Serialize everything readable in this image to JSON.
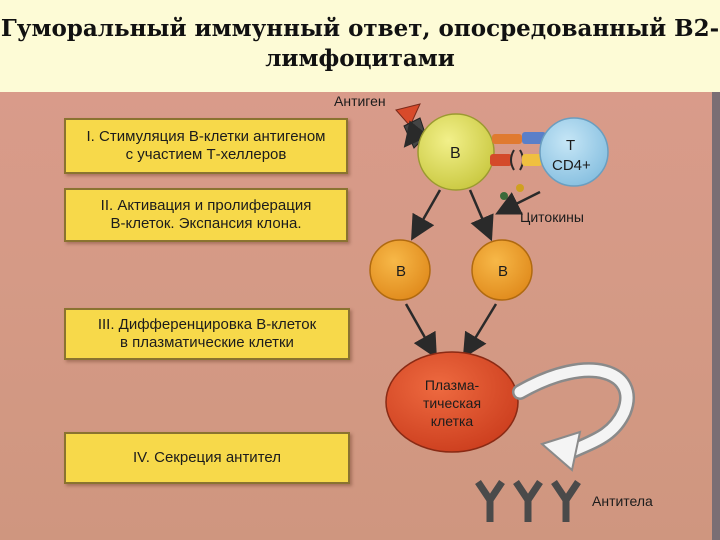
{
  "title": {
    "line1": "Гуморальный иммунный ответ, опосредованный В2-",
    "line2": "лимфоцитами"
  },
  "stages": [
    {
      "line1": "I. Стимуляция В-клетки антигеном",
      "line2": "с участием Т-хеллеров"
    },
    {
      "line1": "II. Активация и пролиферация",
      "line2": "В-клеток. Экспансия клона."
    },
    {
      "line1": "III. Дифференцировка В-клеток",
      "line2": "в плазматические клетки"
    },
    {
      "line1": "IV. Секреция антител",
      "line2": ""
    }
  ],
  "diagram": {
    "antigen_label": "Антиген",
    "b_cell_label": "В",
    "t_cell_line1": "Т",
    "t_cell_line2": "CD4+",
    "cytokines_label": "Цитокины",
    "b_clone_left": "В",
    "b_clone_right": "В",
    "plasma_line1": "Плазма-",
    "plasma_line2": "тическая",
    "plasma_line3": "клетка",
    "antibodies_label": "Антитела",
    "colors": {
      "b_cell_green": "#e7e46a",
      "b_clone_orange": "#f0a030",
      "plasma_red": "#e3512e",
      "t_cell_blue": "#a8d2ea",
      "stage_yellow": "#f7d94a"
    }
  }
}
